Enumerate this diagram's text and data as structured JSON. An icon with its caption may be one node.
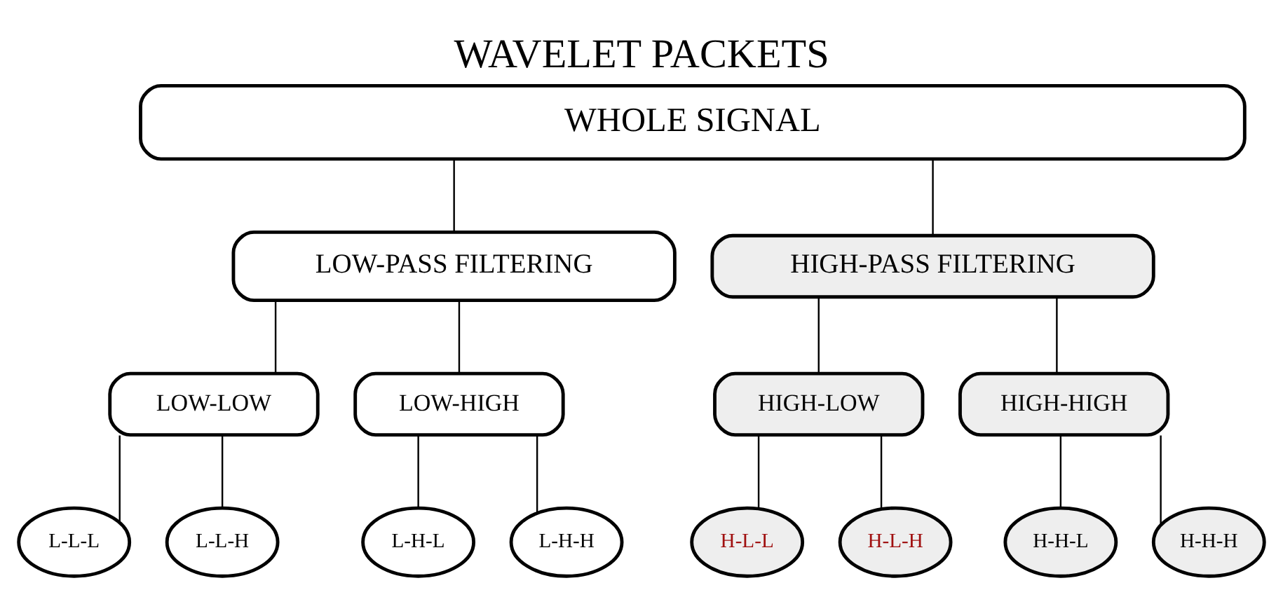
{
  "diagram": {
    "title": "WAVELET PACKETS",
    "nodes": [
      {
        "text": [
          "WHOLE SIGNAL"
        ]
      },
      {
        "text": [
          "LOW-PASS FILTERING"
        ]
      },
      {
        "text": [
          "HIGH-PASS FILTERING"
        ]
      },
      {
        "text": [
          "LOW-LOW"
        ]
      },
      {
        "text": [
          "LOW-HIGH"
        ]
      },
      {
        "text": [
          "HIGH-LOW"
        ]
      },
      {
        "text": [
          "HIGH-HIGH"
        ]
      },
      {
        "text": [
          "L-L-L"
        ]
      },
      {
        "text": [
          "L-L-H"
        ]
      },
      {
        "text": [
          "L-H-L"
        ]
      },
      {
        "text": [
          "L-H-H"
        ]
      },
      {
        "text": [
          "H-L-L"
        ]
      },
      {
        "text": [
          "H-L-H"
        ]
      },
      {
        "text": [
          "H-H-L"
        ]
      },
      {
        "text": [
          "H-H-H"
        ]
      }
    ],
    "edges": [
      {
        "from": 0,
        "to": 1,
        "arrow": "none"
      },
      {
        "from": 0,
        "to": 2,
        "arrow": "none"
      },
      {
        "from": 1,
        "to": 3,
        "arrow": "none"
      },
      {
        "from": 1,
        "to": 4,
        "arrow": "none"
      },
      {
        "from": 2,
        "to": 5,
        "arrow": "none"
      },
      {
        "from": 2,
        "to": 6,
        "arrow": "none"
      },
      {
        "from": 3,
        "to": 7,
        "arrow": "none"
      },
      {
        "from": 3,
        "to": 8,
        "arrow": "none"
      },
      {
        "from": 4,
        "to": 9,
        "arrow": "none"
      },
      {
        "from": 4,
        "to": 10,
        "arrow": "none"
      },
      {
        "from": 5,
        "to": 11,
        "arrow": "none"
      },
      {
        "from": 5,
        "to": 12,
        "arrow": "none"
      },
      {
        "from": 6,
        "to": 13,
        "arrow": "none"
      },
      {
        "from": 6,
        "to": 14,
        "arrow": "none"
      }
    ]
  }
}
